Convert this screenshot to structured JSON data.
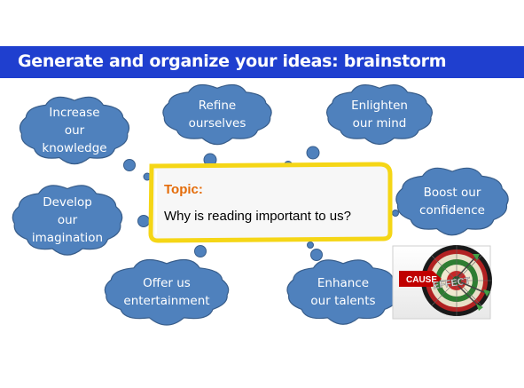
{
  "slide": {
    "title": "Generate and organize your ideas: brainstorm"
  },
  "topic": {
    "label": "Topic:",
    "question": "Why is reading important to us?"
  },
  "ideas": [
    {
      "id": "knowledge",
      "lines": [
        "Increase",
        "our",
        "knowledge"
      ]
    },
    {
      "id": "refine",
      "lines": [
        "Refine",
        "ourselves"
      ]
    },
    {
      "id": "enlighten",
      "lines": [
        "Enlighten",
        "our mind"
      ]
    },
    {
      "id": "confidence",
      "lines": [
        "Boost our",
        "confidence"
      ]
    },
    {
      "id": "imagination",
      "lines": [
        "Develop",
        "our",
        "imagination"
      ]
    },
    {
      "id": "entertainment",
      "lines": [
        "Offer us",
        "entertainment"
      ]
    },
    {
      "id": "talents",
      "lines": [
        "Enhance",
        "our talents"
      ]
    }
  ],
  "picture": {
    "description_icon": "dartboard-icon",
    "label": "EFFECT",
    "sign": "CAUSE"
  },
  "colors": {
    "title_bar": "#1f3fcf",
    "cloud_fill": "#4f81bd",
    "cloud_stroke": "#385d8a",
    "topic_border": "#f5d616",
    "topic_label": "#e46c0a"
  }
}
